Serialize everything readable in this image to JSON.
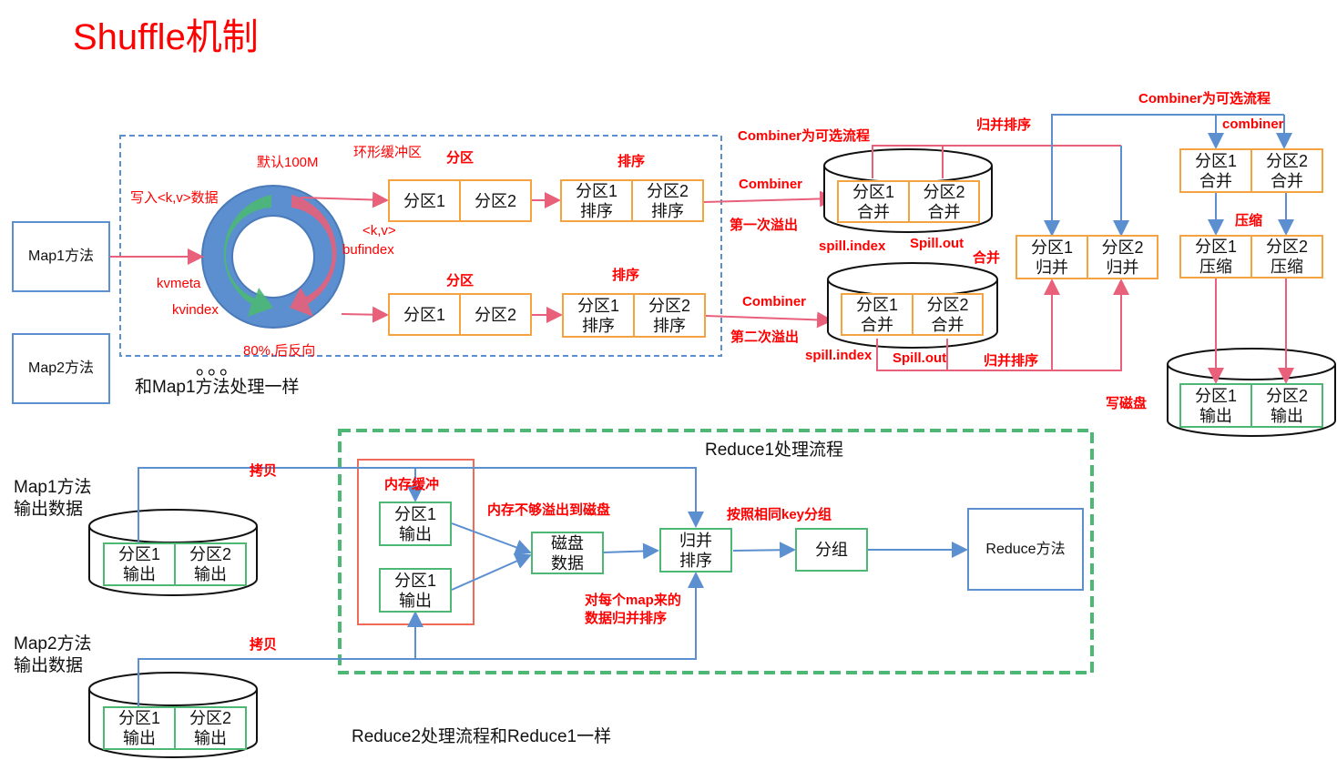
{
  "title": "Shuffle机制",
  "map": {
    "map1": "Map1方法",
    "map2": "Map2方法",
    "same_as_map1": "和Map1方法处理一样",
    "ellipsis": "。。。",
    "ring_buffer": "环形缓冲区",
    "default_100m": "默认100M",
    "write_kv": "写入<k,v>数据",
    "kv": "<k,v>",
    "bufindex": "bufindex",
    "kvmeta": "kvmeta",
    "kvindex": "kvindex",
    "eighty_reverse": "80%,后反向",
    "partition": "分区",
    "sort": "排序",
    "p1": "分区1",
    "p2": "分区2",
    "p1_sort": "分区1\n排序",
    "p2_sort": "分区2\n排序",
    "combiner": "Combiner",
    "combiner_optional": "Combiner为可选流程",
    "first_spill": "第一次溢出",
    "second_spill": "第二次溢出",
    "p1_combine": "分区1\n合并",
    "p2_combine": "分区2\n合并",
    "spill_index": "spill.index",
    "spill_out": "Spill.out",
    "merge": "合并",
    "merge_sort": "归并排序",
    "p1_merge": "分区1\n归并",
    "p2_merge": "分区2\n归并",
    "combiner_lower": "combiner",
    "compress": "压缩",
    "p1_compress": "分区1\n压缩",
    "p2_compress": "分区2\n压缩",
    "write_disk": "写磁盘",
    "p1_output": "分区1\n输出",
    "p2_output": "分区2\n输出"
  },
  "reduce": {
    "title": "Reduce1处理流程",
    "map1_output": "Map1方法\n输出数据",
    "map2_output": "Map2方法\n输出数据",
    "copy": "拷贝",
    "mem_buffer": "内存缓冲",
    "mem_overflow": "内存不够溢出到磁盘",
    "disk_data": "磁盘\n数据",
    "merge_sort": "归并\n排序",
    "group_by_key": "按照相同key分组",
    "group": "分组",
    "reduce_method": "Reduce方法",
    "merge_each_map": "对每个map来的\n数据归并排序",
    "reduce2_note": "Reduce2处理流程和Reduce1一样",
    "p1_output": "分区1\n输出",
    "p2_output": "分区2\n输出"
  },
  "colors": {
    "red": "#ff0000",
    "blue": "#5b8fd0",
    "orange": "#f5a340",
    "green": "#4cb873",
    "pink_arrow": "#e8607a"
  }
}
